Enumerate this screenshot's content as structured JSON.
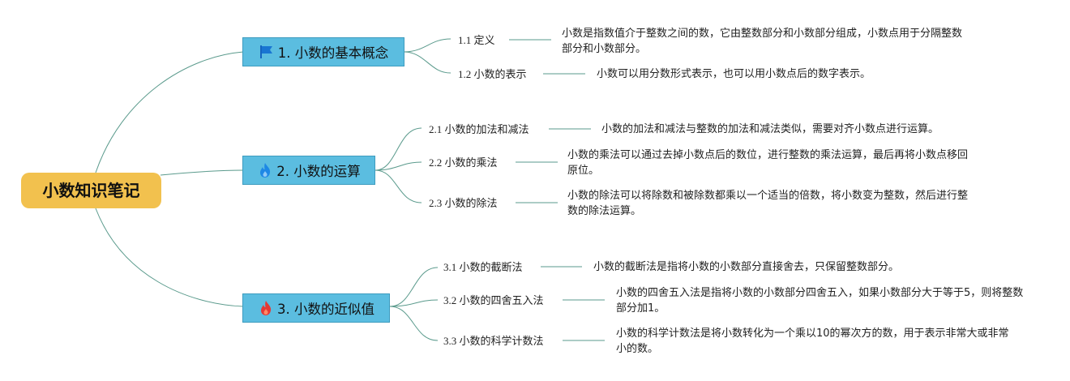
{
  "root": {
    "label": "小数知识笔记"
  },
  "colors": {
    "root": "#f2c14e",
    "branch": "#5bbde0",
    "line": "#5a9a8c"
  },
  "branches": [
    {
      "label": "1. 小数的基本概念",
      "icon": "flag-icon",
      "children": [
        {
          "label": "1.1 定义",
          "desc": "小数是指数值介于整数之间的数，它由整数部分和小数部分组成，小数点用于分隔整数部分和小数部分。"
        },
        {
          "label": "1.2 小数的表示",
          "desc": "小数可以用分数形式表示，也可以用小数点后的数字表示。"
        }
      ]
    },
    {
      "label": "2. 小数的运算",
      "icon": "fire-icon",
      "children": [
        {
          "label": "2.1 小数的加法和减法",
          "desc": "小数的加法和减法与整数的加法和减法类似，需要对齐小数点进行运算。"
        },
        {
          "label": "2.2 小数的乘法",
          "desc": "小数的乘法可以通过去掉小数点后的数位，进行整数的乘法运算，最后再将小数点移回原位。"
        },
        {
          "label": "2.3 小数的除法",
          "desc": "小数的除法可以将除数和被除数都乘以一个适当的倍数，将小数变为整数，然后进行整数的除法运算。"
        }
      ]
    },
    {
      "label": "3. 小数的近似值",
      "icon": "red-fire-icon",
      "children": [
        {
          "label": "3.1 小数的截断法",
          "desc": "小数的截断法是指将小数的小数部分直接舍去，只保留整数部分。"
        },
        {
          "label": "3.2 小数的四舍五入法",
          "desc": "小数的四舍五入法是指将小数的小数部分四舍五入，如果小数部分大于等于5，则将整数部分加1。"
        },
        {
          "label": "3.3 小数的科学计数法",
          "desc": "小数的科学计数法是将小数转化为一个乘以10的幂次方的数，用于表示非常大或非常小的数。"
        }
      ]
    }
  ]
}
